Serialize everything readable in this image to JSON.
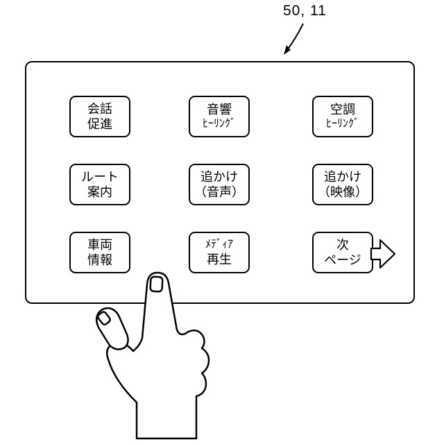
{
  "figure": {
    "reference_label": "50, 11"
  },
  "colors": {
    "line": "#000000",
    "background": "#ffffff"
  },
  "screen": {
    "buttons": [
      {
        "id": "conversation-promotion",
        "line1": "会話",
        "line2": "促進"
      },
      {
        "id": "sound-healing",
        "line1": "音響",
        "line2": "ﾋｰﾘﾝｸﾞ"
      },
      {
        "id": "aircon-healing",
        "line1": "空調",
        "line2": "ﾋｰﾘﾝｸﾞ"
      },
      {
        "id": "route-guidance",
        "line1": "ルート",
        "line2": "案内"
      },
      {
        "id": "chase-audio",
        "line1": "追かけ",
        "line2": "（音声）"
      },
      {
        "id": "chase-video",
        "line1": "追かけ",
        "line2": "（映像）"
      },
      {
        "id": "vehicle-info",
        "line1": "車両",
        "line2": "情報"
      },
      {
        "id": "media-playback",
        "line1": "ﾒﾃﾞｨｱ",
        "line2": "再生"
      },
      {
        "id": "next-page",
        "line1": "次",
        "line2": "ページ"
      }
    ],
    "icons": {
      "next_page_arrow": "right-outline-arrow"
    }
  },
  "illustration": {
    "hand": "pointing-hand touching media-playback button"
  }
}
